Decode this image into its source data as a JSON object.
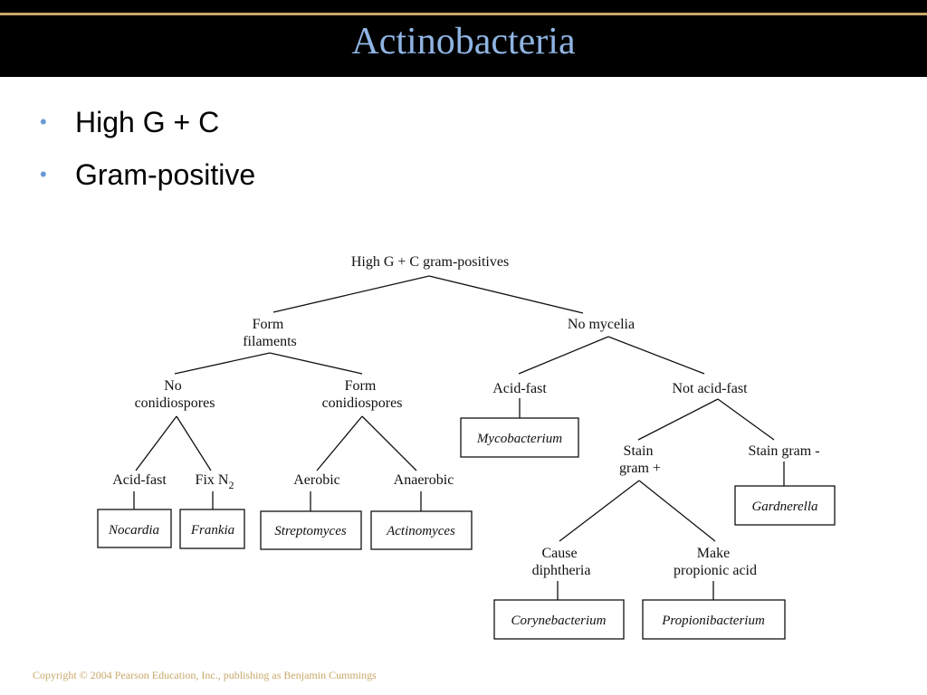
{
  "slide": {
    "title": "Actinobacteria",
    "bullets": [
      "High G + C",
      "Gram-positive"
    ],
    "bullet_glyph": "•",
    "copyright": "Copyright © 2004 Pearson Education, Inc., publishing as Benjamin Cummings"
  },
  "colors": {
    "title_bar": "#000000",
    "title_text": "#8fb4e3",
    "title_rule": "#c9a86a",
    "bullet": "#6a9ad4",
    "copyright": "#c9a86a"
  },
  "tree": {
    "root": "High G + C gram-positives",
    "form_filaments": [
      "Form",
      "filaments"
    ],
    "no_mycelia": "No mycelia",
    "no_conidiospores": [
      "No",
      "conidiospores"
    ],
    "form_conidiospores": [
      "Form",
      "conidiospores"
    ],
    "acid_fast_left": "Acid-fast",
    "fix_n2": "Fix N",
    "fix_n2_sub": "2",
    "aerobic": "Aerobic",
    "anaerobic": "Anaerobic",
    "acid_fast_right": "Acid-fast",
    "not_acid_fast": "Not acid-fast",
    "stain_gram_pos": [
      "Stain",
      "gram +"
    ],
    "stain_gram_neg": "Stain gram -",
    "cause_diphtheria": [
      "Cause",
      "diphtheria"
    ],
    "make_propionic": [
      "Make",
      "propionic acid"
    ],
    "genera": {
      "nocardia": "Nocardia",
      "frankia": "Frankia",
      "streptomyces": "Streptomyces",
      "actinomyces": "Actinomyces",
      "mycobacterium": "Mycobacterium",
      "gardnerella": "Gardnerella",
      "corynebacterium": "Corynebacterium",
      "propionibacterium": "Propionibacterium"
    }
  }
}
